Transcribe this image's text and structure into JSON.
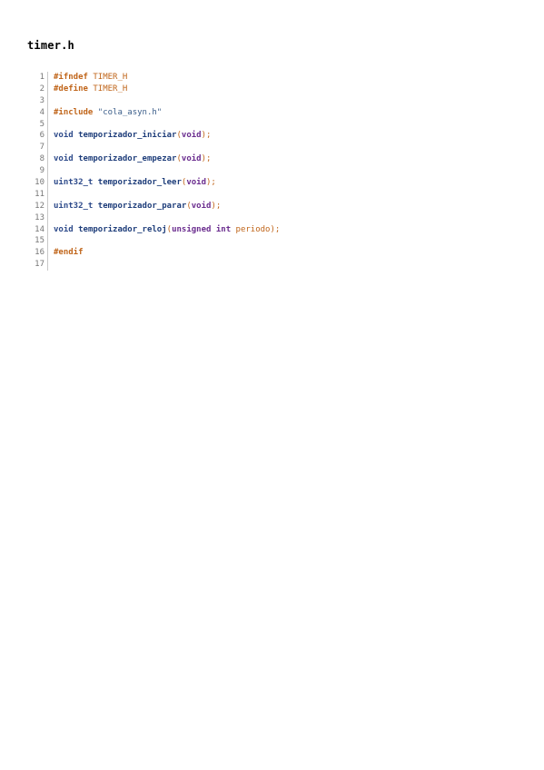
{
  "document": {
    "title": "timer.h",
    "lines": [
      {
        "n": "1",
        "tokens": [
          {
            "t": "#ifndef",
            "c": "pre"
          },
          {
            "t": " ",
            "c": "txt"
          },
          {
            "t": "TIMER_H",
            "c": "macro"
          }
        ]
      },
      {
        "n": "2",
        "tokens": [
          {
            "t": "#define",
            "c": "pre"
          },
          {
            "t": " ",
            "c": "txt"
          },
          {
            "t": "TIMER_H",
            "c": "macro"
          }
        ]
      },
      {
        "n": "3",
        "tokens": []
      },
      {
        "n": "4",
        "tokens": [
          {
            "t": "#include",
            "c": "pre"
          },
          {
            "t": " ",
            "c": "txt"
          },
          {
            "t": "\"cola_asyn.h\"",
            "c": "str"
          }
        ]
      },
      {
        "n": "5",
        "tokens": []
      },
      {
        "n": "6",
        "tokens": [
          {
            "t": "void",
            "c": "type"
          },
          {
            "t": " ",
            "c": "txt"
          },
          {
            "t": "temporizador_iniciar",
            "c": "fn"
          },
          {
            "t": "(",
            "c": "punc"
          },
          {
            "t": "void",
            "c": "kw"
          },
          {
            "t": ");",
            "c": "punc"
          }
        ]
      },
      {
        "n": "7",
        "tokens": []
      },
      {
        "n": "8",
        "tokens": [
          {
            "t": "void",
            "c": "type"
          },
          {
            "t": " ",
            "c": "txt"
          },
          {
            "t": "temporizador_empezar",
            "c": "fn"
          },
          {
            "t": "(",
            "c": "punc"
          },
          {
            "t": "void",
            "c": "kw"
          },
          {
            "t": ");",
            "c": "punc"
          }
        ]
      },
      {
        "n": "9",
        "tokens": []
      },
      {
        "n": "10",
        "tokens": [
          {
            "t": "uint32_t",
            "c": "type"
          },
          {
            "t": " ",
            "c": "txt"
          },
          {
            "t": "temporizador_leer",
            "c": "fn"
          },
          {
            "t": "(",
            "c": "punc"
          },
          {
            "t": "void",
            "c": "kw"
          },
          {
            "t": ");",
            "c": "punc"
          }
        ]
      },
      {
        "n": "11",
        "tokens": []
      },
      {
        "n": "12",
        "tokens": [
          {
            "t": "uint32_t",
            "c": "type"
          },
          {
            "t": " ",
            "c": "txt"
          },
          {
            "t": "temporizador_parar",
            "c": "fn"
          },
          {
            "t": "(",
            "c": "punc"
          },
          {
            "t": "void",
            "c": "kw"
          },
          {
            "t": ");",
            "c": "punc"
          }
        ]
      },
      {
        "n": "13",
        "tokens": []
      },
      {
        "n": "14",
        "tokens": [
          {
            "t": "void",
            "c": "type"
          },
          {
            "t": " ",
            "c": "txt"
          },
          {
            "t": "temporizador_reloj",
            "c": "fn"
          },
          {
            "t": "(",
            "c": "punc"
          },
          {
            "t": "unsigned",
            "c": "kw"
          },
          {
            "t": " ",
            "c": "txt"
          },
          {
            "t": "int",
            "c": "kw"
          },
          {
            "t": " ",
            "c": "txt"
          },
          {
            "t": "periodo",
            "c": "param"
          },
          {
            "t": ");",
            "c": "punc"
          }
        ]
      },
      {
        "n": "15",
        "tokens": []
      },
      {
        "n": "16",
        "tokens": [
          {
            "t": "#endif",
            "c": "pre"
          }
        ]
      },
      {
        "n": "17",
        "tokens": []
      }
    ]
  }
}
